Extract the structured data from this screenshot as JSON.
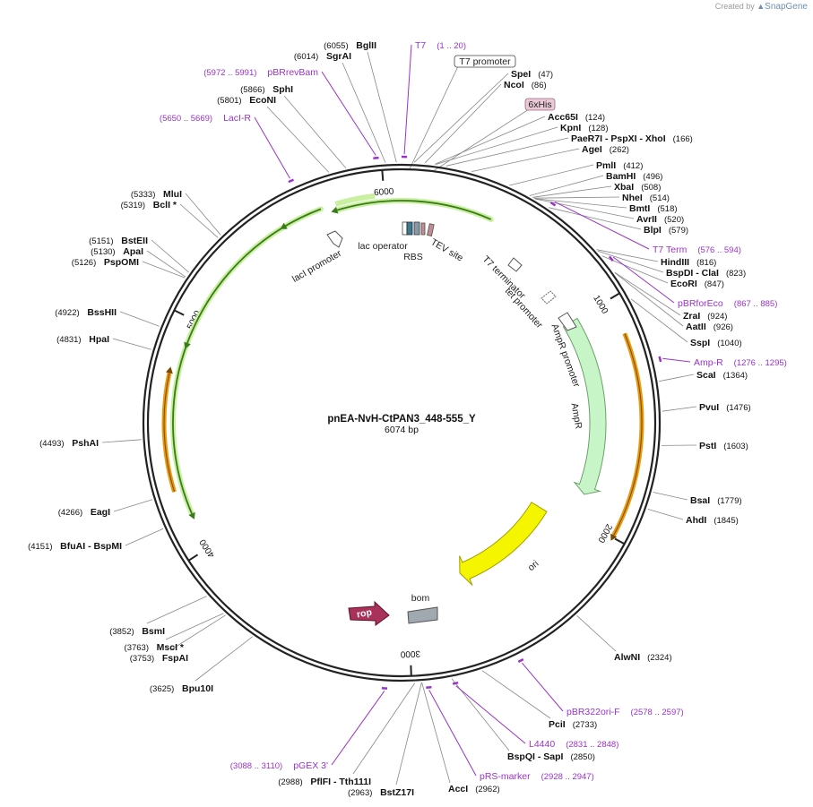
{
  "credit": {
    "prefix": "Created by",
    "brand": "SnapGene"
  },
  "plasmid": {
    "name": "pnEA-NvH-CtPAN3_448-555_Y",
    "length_label": "6074 bp",
    "length": 6074
  },
  "ticks": [
    {
      "pos": 1000,
      "label": "1000"
    },
    {
      "pos": 2000,
      "label": "2000"
    },
    {
      "pos": 3000,
      "label": "3000"
    },
    {
      "pos": 4000,
      "label": "4000"
    },
    {
      "pos": 5000,
      "label": "5000"
    },
    {
      "pos": 6000,
      "label": "6000"
    }
  ],
  "colors": {
    "backbone": "#222222",
    "feature_purple": "#9933cc",
    "lacI": "#3a7a18",
    "lacI_glow": "#c8f0a0",
    "ampR_fill": "#c8f5c8",
    "ampR_stroke": "#6aa06a",
    "orange": "#e89a10",
    "ori": "#f5f500",
    "rop": "#a83259",
    "bom": "#a0a8b0",
    "tag_box": "#e9c9d6"
  },
  "right_sites": [
    {
      "label": "SpeI",
      "num": "(47)",
      "pos": 47
    },
    {
      "label": "NcoI",
      "num": "(86)",
      "pos": 86
    },
    {
      "label": "Acc65I",
      "num": "(124)",
      "pos": 124
    },
    {
      "label": "KpnI",
      "num": "(128)",
      "pos": 128
    },
    {
      "label": "PaeR7I  - PspXI  - XhoI",
      "num": "(166)",
      "pos": 166
    },
    {
      "label": "AgeI",
      "num": "(262)",
      "pos": 262
    },
    {
      "label": "PmlI",
      "num": "(412)",
      "pos": 412
    },
    {
      "label": "BamHI",
      "num": "(496)",
      "pos": 496
    },
    {
      "label": "XbaI",
      "num": "(508)",
      "pos": 508
    },
    {
      "label": "NheI",
      "num": "(514)",
      "pos": 514
    },
    {
      "label": "BmtI",
      "num": "(518)",
      "pos": 518
    },
    {
      "label": "AvrII",
      "num": "(520)",
      "pos": 520
    },
    {
      "label": "BlpI",
      "num": "(579)",
      "pos": 579
    },
    {
      "label": "HindIII",
      "num": "(816)",
      "pos": 816
    },
    {
      "label": "BspDI  - ClaI",
      "num": "(823)",
      "pos": 823
    },
    {
      "label": "EcoRI",
      "num": "(847)",
      "pos": 847
    },
    {
      "label": "ZraI",
      "num": "(924)",
      "pos": 924
    },
    {
      "label": "AatII",
      "num": "(926)",
      "pos": 926
    },
    {
      "label": "SspI",
      "num": "(1040)",
      "pos": 1040
    },
    {
      "label": "ScaI",
      "num": "(1364)",
      "pos": 1364
    },
    {
      "label": "PvuI",
      "num": "(1476)",
      "pos": 1476
    },
    {
      "label": "PstI",
      "num": "(1603)",
      "pos": 1603
    },
    {
      "label": "BsaI",
      "num": "(1779)",
      "pos": 1779
    },
    {
      "label": "AhdI",
      "num": "(1845)",
      "pos": 1845
    },
    {
      "label": "AlwNI",
      "num": "(2324)",
      "pos": 2324
    },
    {
      "label": "PciI",
      "num": "(2733)",
      "pos": 2733
    },
    {
      "label": "BspQI  - SapI",
      "num": "(2850)",
      "pos": 2850
    },
    {
      "label": "AccI",
      "num": "(2962)",
      "pos": 2962
    }
  ],
  "left_sites": [
    {
      "label": "BglII",
      "num": "(6055)",
      "pos": 6055
    },
    {
      "label": "SgrAI",
      "num": "(6014)",
      "pos": 6014
    },
    {
      "label": "SphI",
      "num": "(5866)",
      "pos": 5866
    },
    {
      "label": "EcoNI",
      "num": "(5801)",
      "pos": 5801
    },
    {
      "label": "MluI",
      "num": "(5333)",
      "pos": 5333
    },
    {
      "label": "BclI *",
      "num": "(5319)",
      "pos": 5319
    },
    {
      "label": "BstEII",
      "num": "(5151)",
      "pos": 5151
    },
    {
      "label": "ApaI",
      "num": "(5130)",
      "pos": 5130
    },
    {
      "label": "PspOMI",
      "num": "(5126)",
      "pos": 5126
    },
    {
      "label": "BssHII",
      "num": "(4922)",
      "pos": 4922
    },
    {
      "label": "HpaI",
      "num": "(4831)",
      "pos": 4831
    },
    {
      "label": "PshAI",
      "num": "(4493)",
      "pos": 4493
    },
    {
      "label": "EagI",
      "num": "(4266)",
      "pos": 4266
    },
    {
      "label": "BfuAI  - BspMI",
      "num": "(4151)",
      "pos": 4151
    },
    {
      "label": "BsmI",
      "num": "(3852)",
      "pos": 3852
    },
    {
      "label": "MscI *",
      "num": "(3763)",
      "pos": 3763
    },
    {
      "label": "FspAI",
      "num": "(3753)",
      "pos": 3753
    },
    {
      "label": "Bpu10I",
      "num": "(3625)",
      "pos": 3625
    },
    {
      "label": "PflFI  - Tth111I",
      "num": "(2988)",
      "pos": 2988
    },
    {
      "label": "BstZ17I",
      "num": "(2963)",
      "pos": 2963
    }
  ],
  "primers": [
    {
      "label": "T7",
      "range": "(1 .. 20)",
      "pos": 10
    },
    {
      "label": "pBRrevBam",
      "range": "(5972 .. 5991)",
      "pos": 5981
    },
    {
      "label": "LacI-R",
      "range": "(5650 .. 5669)",
      "pos": 5660
    },
    {
      "label": "T7 Term",
      "range": "(576 .. 594)",
      "pos": 585
    },
    {
      "label": "pBRforEco",
      "range": "(867 .. 885)",
      "pos": 876
    },
    {
      "label": "Amp-R",
      "range": "(1276 .. 1295)",
      "pos": 1285
    },
    {
      "label": "pBR322ori-F",
      "range": "(2578 .. 2597)",
      "pos": 2588
    },
    {
      "label": "L4440",
      "range": "(2831 .. 2848)",
      "pos": 2840
    },
    {
      "label": "pRS-marker",
      "range": "(2928 .. 2947)",
      "pos": 2938
    },
    {
      "label": "pGEX 3'",
      "range": "(3088 .. 3110)",
      "pos": 3099
    }
  ],
  "tags": [
    {
      "label": "T7 promoter"
    },
    {
      "label": "6xHis"
    }
  ],
  "inner_labels": [
    {
      "label": "lac operator"
    },
    {
      "label": "RBS"
    },
    {
      "label": "TEV site"
    },
    {
      "label": "lacI promoter"
    },
    {
      "label": "T7 terminator"
    },
    {
      "label": "tet promoter"
    },
    {
      "label": "AmpR promoter"
    },
    {
      "label": "AmpR"
    },
    {
      "label": "ori"
    },
    {
      "label": "rop"
    },
    {
      "label": "bom"
    }
  ]
}
